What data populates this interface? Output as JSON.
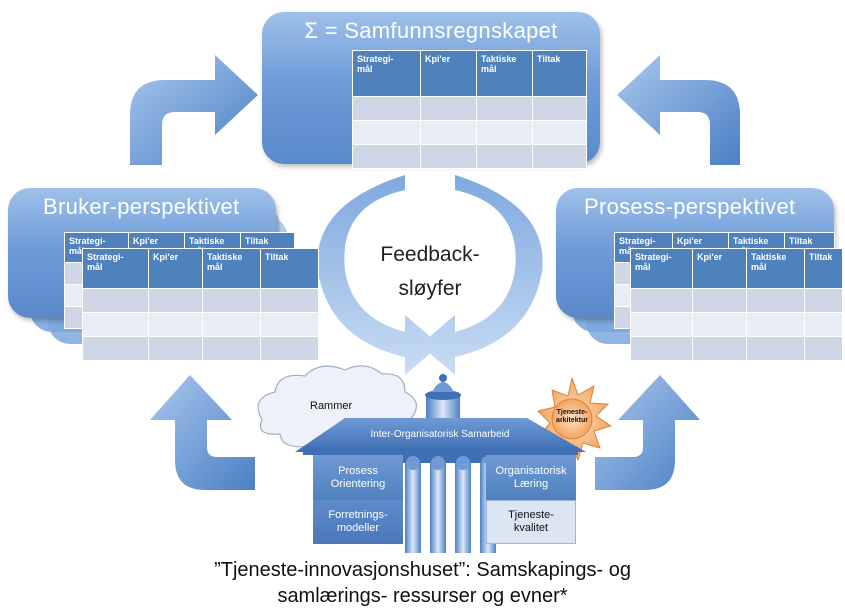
{
  "top_panel": {
    "title": "Σ = Samfunnsregnskapet"
  },
  "left_panel": {
    "title": "Bruker-perspektivet"
  },
  "right_panel": {
    "title": "Prosess-perspektivet"
  },
  "table_headers": [
    "Strategi-\nmål",
    "Kpi'er",
    "Taktiske\nmål",
    "Tiltak"
  ],
  "feedback": {
    "line1": "Feedback-",
    "line2": "sløyfer"
  },
  "house": {
    "cloud": "Rammer",
    "sun_line1": "Tjeneste-",
    "sun_line2": "arkitektur",
    "roof": "Inter-Organisatorisk Samarbeid",
    "box_prosess": "Prosess\nOrientering",
    "box_forretning": "Forretnings-\nmodeller",
    "box_organisatorisk": "Organisatorisk\nLæring",
    "box_kvalitet": "Tjeneste-\nkvalitet"
  },
  "caption": {
    "line1": "”Tjeneste-innovasjonshuset”: Samskapings- og",
    "line2": "samlærings- ressurser og evner*"
  },
  "colors": {
    "panel_top": "#9fc1ea",
    "panel_bottom": "#5a89cb",
    "header": "#4f81bd",
    "row_dark": "#cfd7e6",
    "row_light": "#e8ecf4",
    "sun": "#f8c28f"
  }
}
